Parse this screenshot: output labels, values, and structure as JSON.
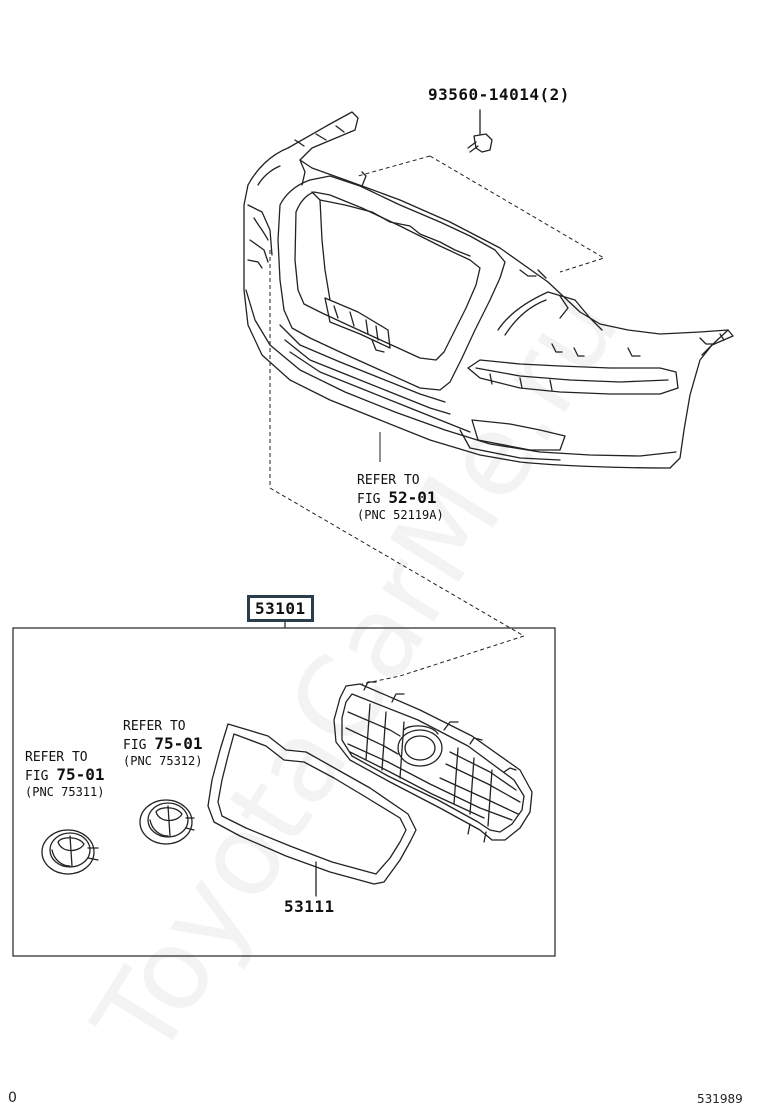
{
  "watermark": "ToyotaCarMe.ru",
  "parts": {
    "bolt": {
      "label": "93560-14014(2)"
    },
    "assembly": {
      "label": "53101"
    },
    "gasket": {
      "label": "53111"
    }
  },
  "refs": {
    "bumper": {
      "line1": "REFER TO",
      "fig_prefix": "FIG ",
      "fig": "52-01",
      "pnc": "(PNC 52119A)"
    },
    "emblem_center": {
      "line1": "REFER TO",
      "fig_prefix": "FIG ",
      "fig": "75-01",
      "pnc": "(PNC 75312)"
    },
    "emblem_left": {
      "line1": "REFER TO",
      "fig_prefix": "FIG ",
      "fig": "75-01",
      "pnc": "(PNC 75311)"
    }
  },
  "footer": {
    "left_mark": "0",
    "figure_number": "531989"
  }
}
